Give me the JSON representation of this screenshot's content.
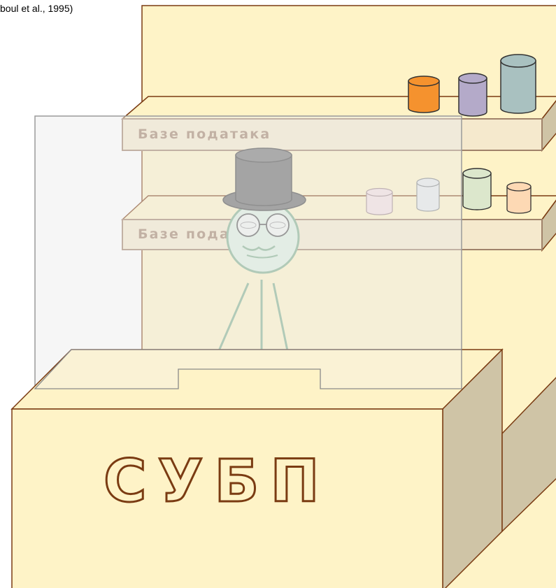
{
  "citation": "boul et al., 1995)",
  "shelves": [
    {
      "label": "Базе података"
    },
    {
      "label": "Базе података"
    }
  ],
  "counter": {
    "label": "СУБП"
  },
  "colors": {
    "furniture_fill": "#fef3c7",
    "furniture_side": "#cfc4a6",
    "furniture_stroke": "#7a3b12",
    "shelf_stroke": "#a0826a",
    "label_text": "#a0826a",
    "counter_text": "#7a3b12",
    "glass_stroke": "#9a9a9a",
    "person_stroke": "#82b08e",
    "hat_fill": "#6b6b6b"
  },
  "jars": [
    {
      "shelf": "upper",
      "color": "#f5922e"
    },
    {
      "shelf": "upper",
      "color": "#b4aac9"
    },
    {
      "shelf": "upper",
      "color": "#a9c1c0"
    },
    {
      "shelf": "middle",
      "color": "#f2dfe1"
    },
    {
      "shelf": "middle",
      "color": "#e4e8ea"
    },
    {
      "shelf": "middle",
      "color": "#dce7cc"
    },
    {
      "shelf": "middle",
      "color": "#fdd9b4"
    }
  ],
  "icons": [
    "shopkeeper-icon",
    "top-hat-icon",
    "glasses-icon"
  ]
}
